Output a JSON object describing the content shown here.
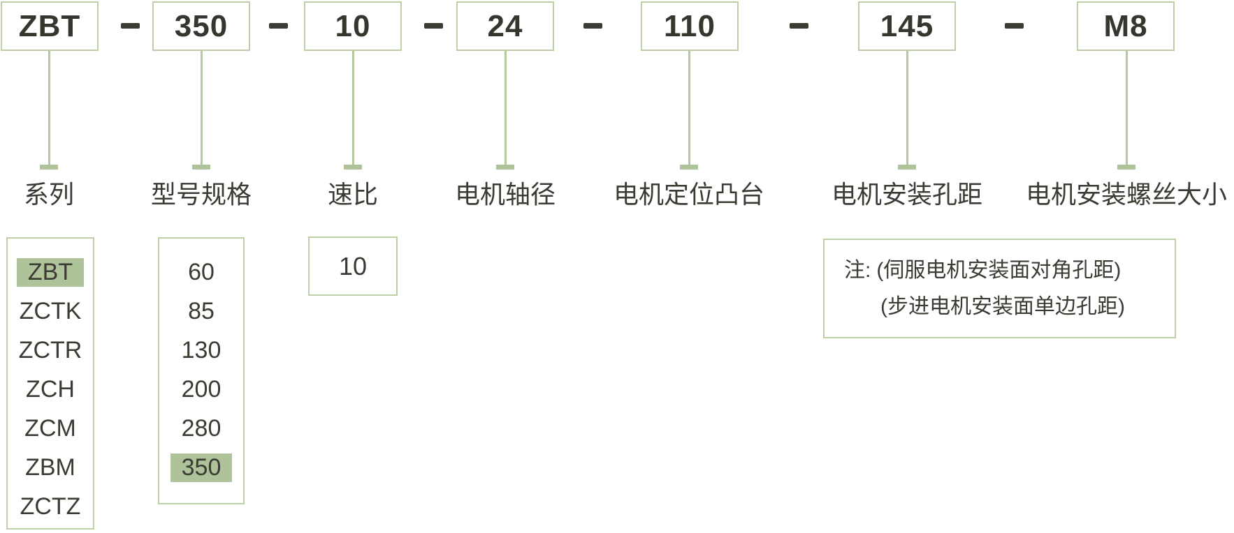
{
  "colors": {
    "box_border": "#bccfa6",
    "accent_fill": "#aec39a",
    "connector_line": "#b6caa0",
    "text": "#3b3a33"
  },
  "model_code": {
    "separator": "–",
    "segments": [
      {
        "value": "ZBT",
        "label": "系列"
      },
      {
        "value": "350",
        "label": "型号规格"
      },
      {
        "value": "10",
        "label": "速比"
      },
      {
        "value": "24",
        "label": "电机轴径"
      },
      {
        "value": "110",
        "label": "电机定位凸台"
      },
      {
        "value": "145",
        "label": "电机安装孔距"
      },
      {
        "value": "M8",
        "label": "电机安装螺丝大小"
      }
    ]
  },
  "series_options": {
    "selected": "ZBT",
    "items": [
      "ZBT",
      "ZCTK",
      "ZCTR",
      "ZCH",
      "ZCM",
      "ZBM",
      "ZCTZ"
    ]
  },
  "model_spec_options": {
    "selected": "350",
    "items": [
      "60",
      "85",
      "130",
      "200",
      "280",
      "350"
    ]
  },
  "ratio_options": {
    "items": [
      "10"
    ]
  },
  "note": {
    "prefix": "注:",
    "line1": "(伺服电机安装面对角孔距)",
    "line2": "(步进电机安装面单边孔距)"
  }
}
